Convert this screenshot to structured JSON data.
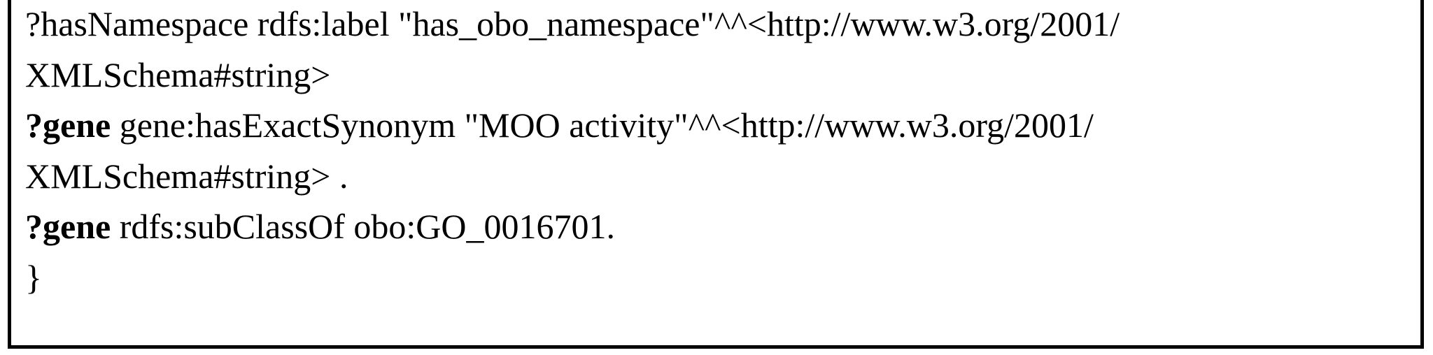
{
  "query": {
    "clipped_top_line": "?hasNamespace rdfs:label ...",
    "lines": [
      {
        "bold": "",
        "text": "?hasNamespace rdfs:label \"has_obo_namespace\"^^<http://www.w3.org/2001/"
      },
      {
        "bold": "",
        "text": "XMLSchema#string>"
      },
      {
        "bold": "?gene",
        "text": " gene:hasExactSynonym \"MOO activity\"^^<http://www.w3.org/2001/"
      },
      {
        "bold": "",
        "text": "XMLSchema#string> ."
      },
      {
        "bold": "?gene",
        "text": " rdfs:subClassOf obo:GO_0016701."
      },
      {
        "bold": "",
        "text": "}"
      }
    ]
  }
}
